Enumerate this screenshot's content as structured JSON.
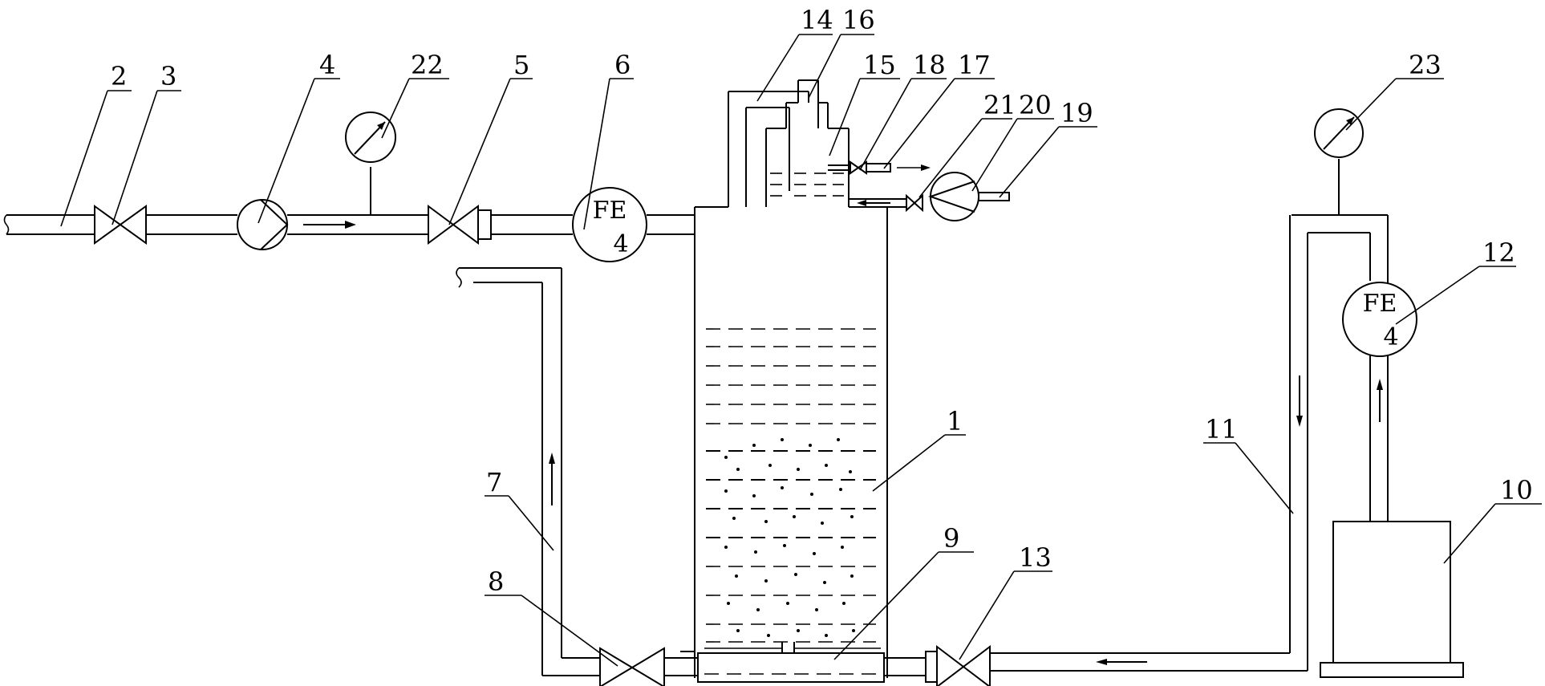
{
  "diagram": {
    "callouts": [
      {
        "id": "c2",
        "label": "2"
      },
      {
        "id": "c3",
        "label": "3"
      },
      {
        "id": "c4",
        "label": "4"
      },
      {
        "id": "c22",
        "label": "22"
      },
      {
        "id": "c5",
        "label": "5"
      },
      {
        "id": "c6",
        "label": "6"
      },
      {
        "id": "c14",
        "label": "14"
      },
      {
        "id": "c16",
        "label": "16"
      },
      {
        "id": "c15",
        "label": "15"
      },
      {
        "id": "c18",
        "label": "18"
      },
      {
        "id": "c17",
        "label": "17"
      },
      {
        "id": "c21",
        "label": "21"
      },
      {
        "id": "c20",
        "label": "20"
      },
      {
        "id": "c19",
        "label": "19"
      },
      {
        "id": "c23",
        "label": "23"
      },
      {
        "id": "c12",
        "label": "12"
      },
      {
        "id": "c1",
        "label": "1"
      },
      {
        "id": "c11",
        "label": "11"
      },
      {
        "id": "c7",
        "label": "7"
      },
      {
        "id": "c10",
        "label": "10"
      },
      {
        "id": "c9",
        "label": "9"
      },
      {
        "id": "c13",
        "label": "13"
      },
      {
        "id": "c8",
        "label": "8"
      }
    ],
    "flowmeter_left": {
      "code": "FE",
      "number": "4"
    },
    "flowmeter_right": {
      "code": "FE",
      "number": "4"
    }
  }
}
